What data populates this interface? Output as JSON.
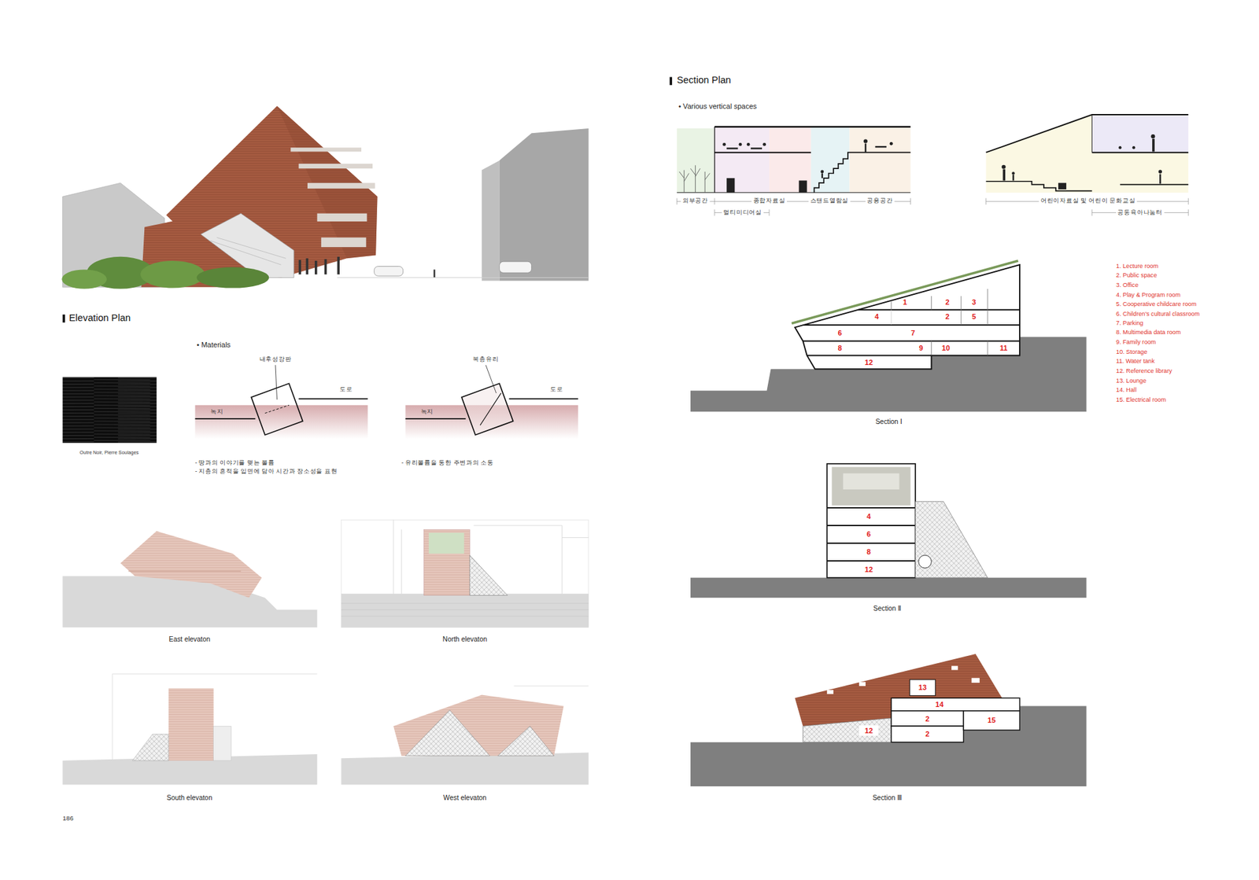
{
  "diagram": {
    "labels": [
      "Elevation Plan",
      "• Materials",
      "내후성강판",
      "도로",
      "녹지",
      "복층유리",
      "도로",
      "녹지",
      "Outre Noir, Pierre Soulages",
      "- 땅과의 이야기를 맺는 볼륨",
      "- 지층의 흔적을 입면에 담아 시간과 장소성을 표현",
      "- 유리볼륨을 통한 주변과의 소통",
      "East elevaton",
      "North elevaton",
      "South elevaton",
      "West elevaton",
      "186",
      "Section Plan",
      "• Various vertical spaces",
      "외부공간",
      "종합자료실",
      "스탠드열람실",
      "공용공간",
      "멀티미디어실",
      "어린이자료실 및 어린이 문화교실",
      "공동육아나눔터",
      "1. Lecture room",
      "2. Public space",
      "3. Office",
      "4. Play & Program room",
      "5. Cooperative childcare room",
      "6. Children's cultural classroom",
      "7. Parking",
      "8. Multimedia data room",
      "9. Family room",
      "10. Storage",
      "11. Water tank",
      "12. Reference library",
      "13. Lounge",
      "14. Hall",
      "15. Electrical room",
      "1",
      "2",
      "3",
      "4",
      "2",
      "5",
      "6",
      "7",
      "8",
      "9",
      "10",
      "11",
      "12",
      "Section Ⅰ",
      "4",
      "6",
      "8",
      "12",
      "Section Ⅱ",
      "13",
      "14",
      "2",
      "12",
      "2",
      "15",
      "Section Ⅲ"
    ]
  }
}
